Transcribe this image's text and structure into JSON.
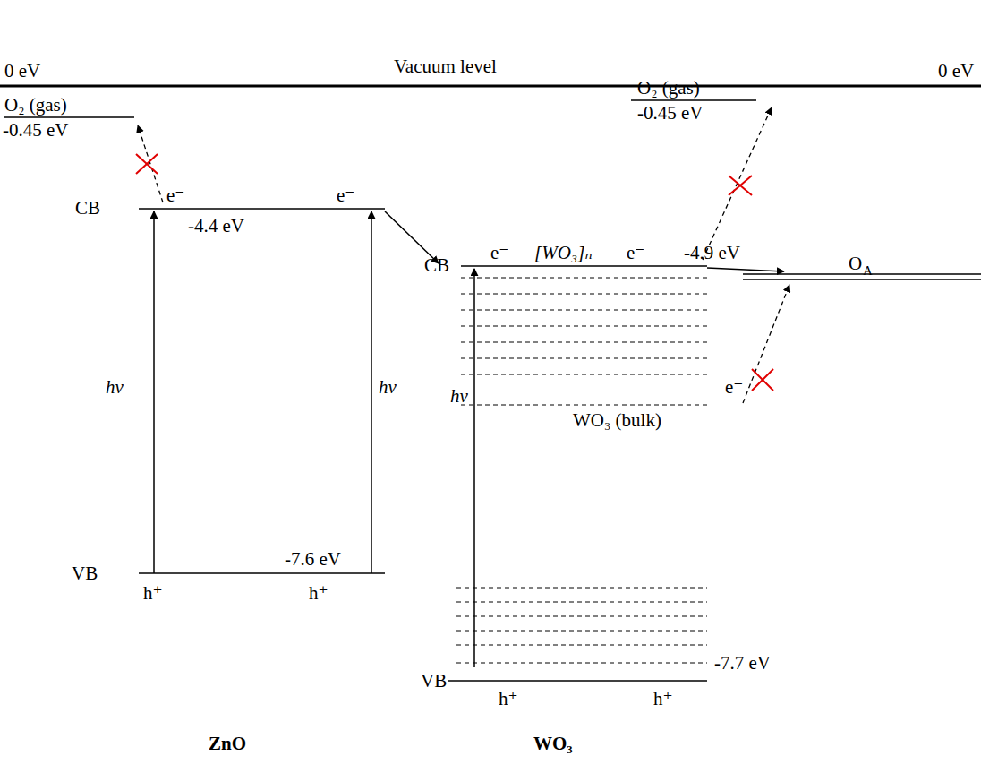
{
  "diagram": {
    "labels": [
      "Vacuum level",
      "0 eV",
      "0 eV",
      "O₂ (gas)",
      "-0.45 eV",
      "O₂ (gas)",
      "-0.45 eV",
      "CB",
      "e⁻",
      "e⁻",
      "-4.4 eV",
      "hν",
      "hν",
      "VB",
      "-7.6 eV",
      "h⁺",
      "h⁺",
      "CB",
      "e⁻",
      "[WO₃]ₙ",
      "e⁻",
      "-4.9 eV",
      "O",
      "A",
      "e⁻",
      "WO₃ (bulk)",
      "hν",
      "-7.7 eV",
      "VB",
      "h⁺",
      "h⁺",
      "ZnO",
      "WO₃"
    ]
  }
}
